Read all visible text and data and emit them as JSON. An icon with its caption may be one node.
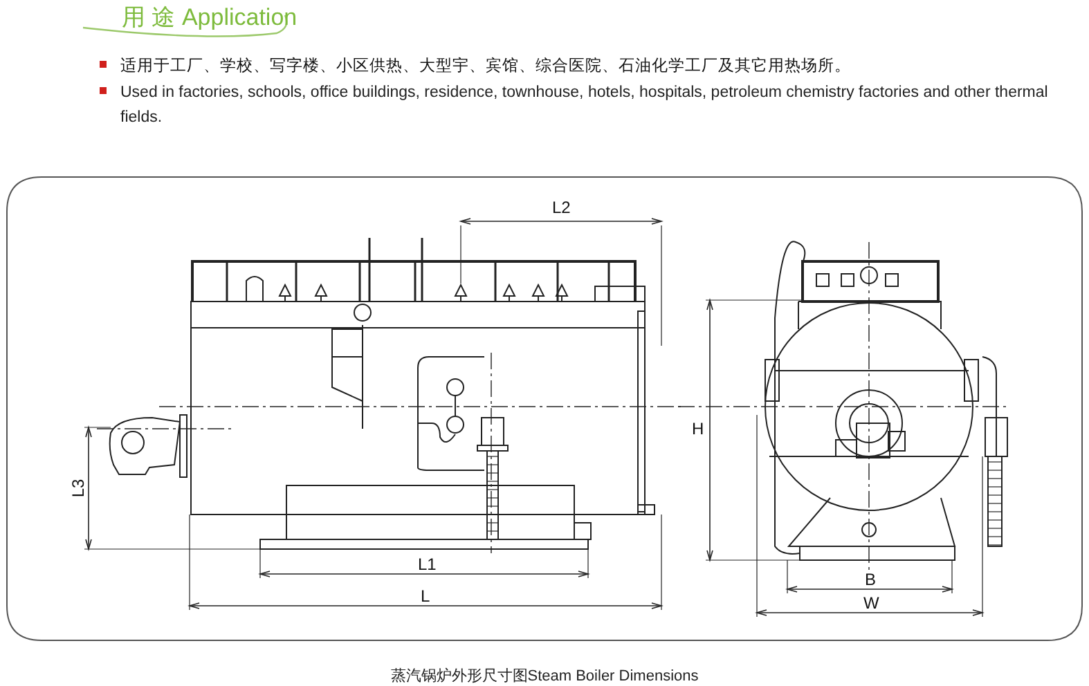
{
  "diagram": {
    "title": "用 途 Application",
    "caption": "蒸汽锅炉外形尺寸图Steam Boiler Dimensions",
    "labels": [
      "适用于工厂、学校、写字楼、小区供热、大型宇、宾馆、综合医院、石油化学工厂及其它用热场所。",
      "Used in factories, schools, office buildings, residence, townhouse, hotels, hospitals, petroleum chemistry factories and other thermal fields.",
      "L2",
      "L3",
      "L1",
      "L",
      "H",
      "B",
      "W"
    ]
  }
}
